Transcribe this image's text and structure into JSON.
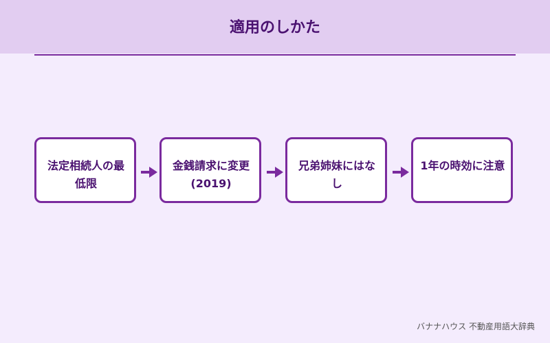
{
  "title": "適用のしかた",
  "steps": [
    {
      "label": "法定相続人の最低限"
    },
    {
      "label": "金銭請求に変更(2019)"
    },
    {
      "label": "兄弟姉妹にはなし"
    },
    {
      "label": "1年の時効に注意"
    }
  ],
  "footer": "バナナハウス 不動産用語大辞典",
  "colors": {
    "header_bg": "#e2cdf1",
    "background": "#f4ecfd",
    "accent": "#7a2a9e",
    "text": "#4a1170"
  }
}
